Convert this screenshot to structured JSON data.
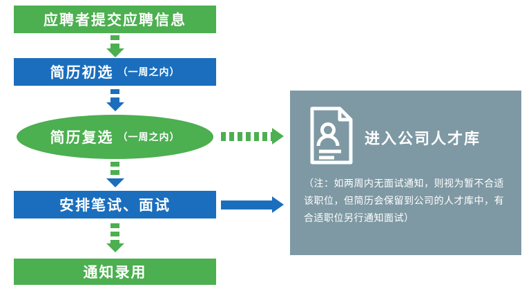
{
  "colors": {
    "green": "#4CAF50",
    "blue": "#1A6EBD",
    "panel_gray_blue": "#7E99A3",
    "text_on_fill": "#FFFFFF",
    "background": "#FFFFFF"
  },
  "flow": {
    "steps": [
      {
        "label": "应聘者提交应聘信息",
        "shape": "rect",
        "color": "green"
      },
      {
        "label": "简历初选",
        "sublabel": "（一周之内）",
        "shape": "rect",
        "color": "blue"
      },
      {
        "label": "简历复选",
        "sublabel": "（一周之内）",
        "shape": "ellipse",
        "color": "green"
      },
      {
        "label": "安排笔试、面试",
        "shape": "rect",
        "color": "blue"
      },
      {
        "label": "通知录用",
        "shape": "rect",
        "color": "green"
      }
    ]
  },
  "panel": {
    "title": "进入公司人才库",
    "note": "（注：如两周内无面试通知，则视为暂不合适该职位，但简历会保留到公司的人才库中，有合适职位另行通知面试）",
    "icon": "resume-person-document-icon"
  }
}
